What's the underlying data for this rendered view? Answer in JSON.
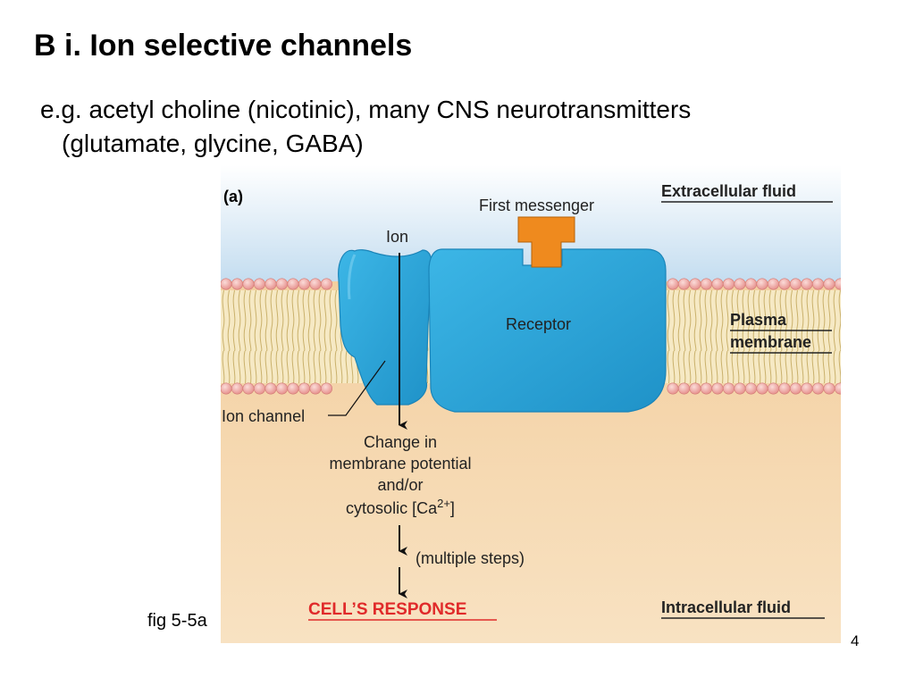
{
  "slide": {
    "title": "B i. Ion selective channels",
    "bullet_line1": "e.g. acetyl choline (nicotinic), many CNS neurotransmitters",
    "bullet_line2": "(glutamate, glycine, GABA)",
    "caption": "fig 5-5a",
    "page_number": "4"
  },
  "figure": {
    "panel_label": "(a)",
    "extracellular_label": "Extracellular fluid",
    "first_messenger_label": "First messenger",
    "ion_label": "Ion",
    "receptor_label": "Receptor",
    "plasma_membrane_line1": "Plasma",
    "plasma_membrane_line2": "membrane",
    "ion_channel_label": "Ion channel",
    "change_line1": "Change in",
    "change_line2": "membrane potential",
    "change_line3": "and/or",
    "change_line4_prefix": "cytosolic [Ca",
    "change_line4_sup": "2+",
    "change_line4_suffix": "]",
    "multiple_steps_label": "(multiple steps)",
    "cells_response_label": "CELL’S RESPONSE",
    "intracellular_label": "Intracellular fluid",
    "colors": {
      "extracellular_top": "#c4ddf0",
      "intracellular_top": "#f3cfa0",
      "intracellular_bottom": "#f8e2c2",
      "protein": "#2ba3d6",
      "protein_dark": "#1a84b8",
      "messenger": "#ef8a1e",
      "phospholipid_head": "#f0a8a4",
      "response_red": "#e02a2a"
    }
  }
}
